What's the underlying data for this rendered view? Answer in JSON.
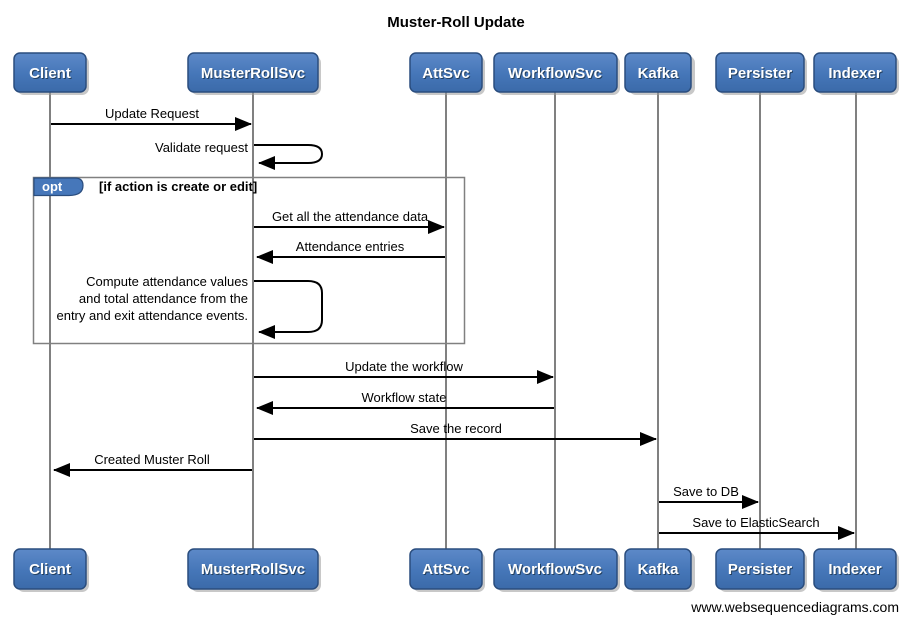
{
  "title": "Muster-Roll Update",
  "footer": "www.websequencediagrams.com",
  "diagram_type": "sequence-diagram",
  "colors": {
    "actor_fill_top": "#5d89c8",
    "actor_fill_bottom": "#3b6aa9",
    "actor_border": "#2a4d7e",
    "actor_text": "#ffffff",
    "lifeline": "#808080",
    "arrow": "#000000",
    "frame_border": "#808080",
    "frame_tab_fill": "#4677ba",
    "background": "#ffffff",
    "text": "#000000"
  },
  "actors": [
    {
      "label": "Client"
    },
    {
      "label": "MusterRollSvc"
    },
    {
      "label": "AttSvc"
    },
    {
      "label": "WorkflowSvc"
    },
    {
      "label": "Kafka"
    },
    {
      "label": "Persister"
    },
    {
      "label": "Indexer"
    }
  ],
  "fragment": {
    "operator": "opt",
    "condition": "[if action is create or edit]"
  },
  "messages": [
    {
      "from": "Client",
      "to": "MusterRollSvc",
      "label": "Update Request",
      "type": "call"
    },
    {
      "from": "MusterRollSvc",
      "to": "MusterRollSvc",
      "label": "Validate request",
      "type": "self"
    },
    {
      "from": "MusterRollSvc",
      "to": "AttSvc",
      "label": "Get all the attendance data",
      "type": "call",
      "in_fragment": true
    },
    {
      "from": "AttSvc",
      "to": "MusterRollSvc",
      "label": "Attendance entries",
      "type": "return",
      "in_fragment": true
    },
    {
      "from": "MusterRollSvc",
      "to": "MusterRollSvc",
      "label": "Compute attendance values and total attendance from the entry and exit attendance events.",
      "label_lines": [
        "Compute attendance values",
        "and total attendance from the",
        "entry and exit attendance events."
      ],
      "type": "self",
      "in_fragment": true
    },
    {
      "from": "MusterRollSvc",
      "to": "WorkflowSvc",
      "label": "Update the workflow",
      "type": "call"
    },
    {
      "from": "WorkflowSvc",
      "to": "MusterRollSvc",
      "label": "Workflow state",
      "type": "return"
    },
    {
      "from": "MusterRollSvc",
      "to": "Kafka",
      "label": "Save the record",
      "type": "call"
    },
    {
      "from": "MusterRollSvc",
      "to": "Client",
      "label": "Created Muster Roll",
      "type": "return"
    },
    {
      "from": "Kafka",
      "to": "Persister",
      "label": "Save to DB",
      "type": "call"
    },
    {
      "from": "Kafka",
      "to": "Indexer",
      "label": "Save to ElasticSearch",
      "type": "call"
    }
  ]
}
